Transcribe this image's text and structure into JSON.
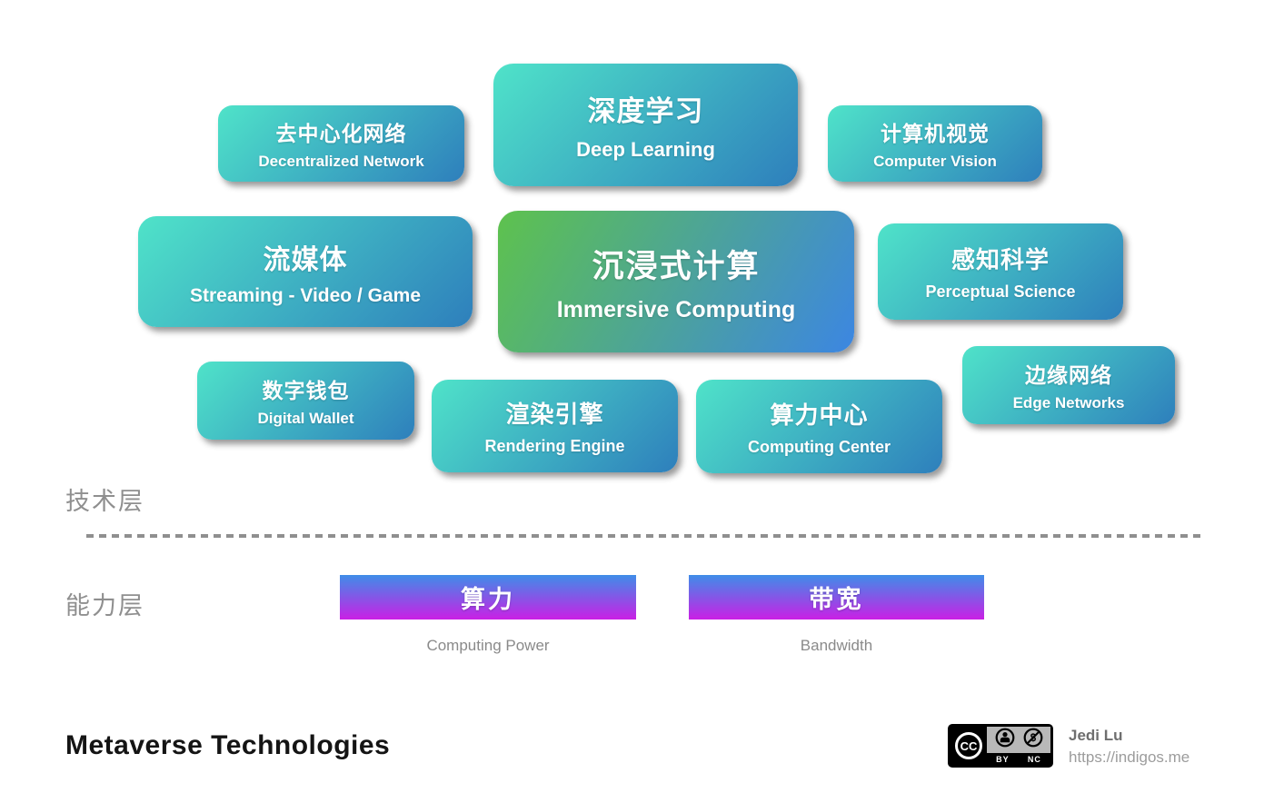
{
  "layers": {
    "technology": "技术层",
    "capability": "能力层"
  },
  "boxes": [
    {
      "zh": "去中心化网络",
      "en": "Decentralized Network"
    },
    {
      "zh": "深度学习",
      "en": "Deep Learning"
    },
    {
      "zh": "计算机视觉",
      "en": "Computer Vision"
    },
    {
      "zh": "流媒体",
      "en": "Streaming - Video / Game"
    },
    {
      "zh": "沉浸式计算",
      "en": "Immersive Computing"
    },
    {
      "zh": "感知科学",
      "en": "Perceptual Science"
    },
    {
      "zh": "数字钱包",
      "en": "Digital Wallet"
    },
    {
      "zh": "渲染引擎",
      "en": "Rendering Engine"
    },
    {
      "zh": "算力中心",
      "en": "Computing Center"
    },
    {
      "zh": "边缘网络",
      "en": "Edge Networks"
    }
  ],
  "capabilities": [
    {
      "zh": "算力",
      "en": "Computing Power"
    },
    {
      "zh": "带宽",
      "en": "Bandwidth"
    }
  ],
  "footer": {
    "title": "Metaverse Technologies",
    "author": "Jedi Lu",
    "url": "https://indigos.me",
    "license": {
      "cc": "CC",
      "by": "BY",
      "nc": "NC"
    }
  },
  "colors": {
    "node_gradient_start": "#4fe3c9",
    "node_gradient_end": "#2e7fbc",
    "center_gradient_start": "#5ec24d",
    "center_gradient_end": "#3c86e2",
    "bar_gradient_top": "#3f8de8",
    "bar_gradient_bottom": "#ca20e5",
    "layer_label_gray": "#8f8f8f"
  }
}
